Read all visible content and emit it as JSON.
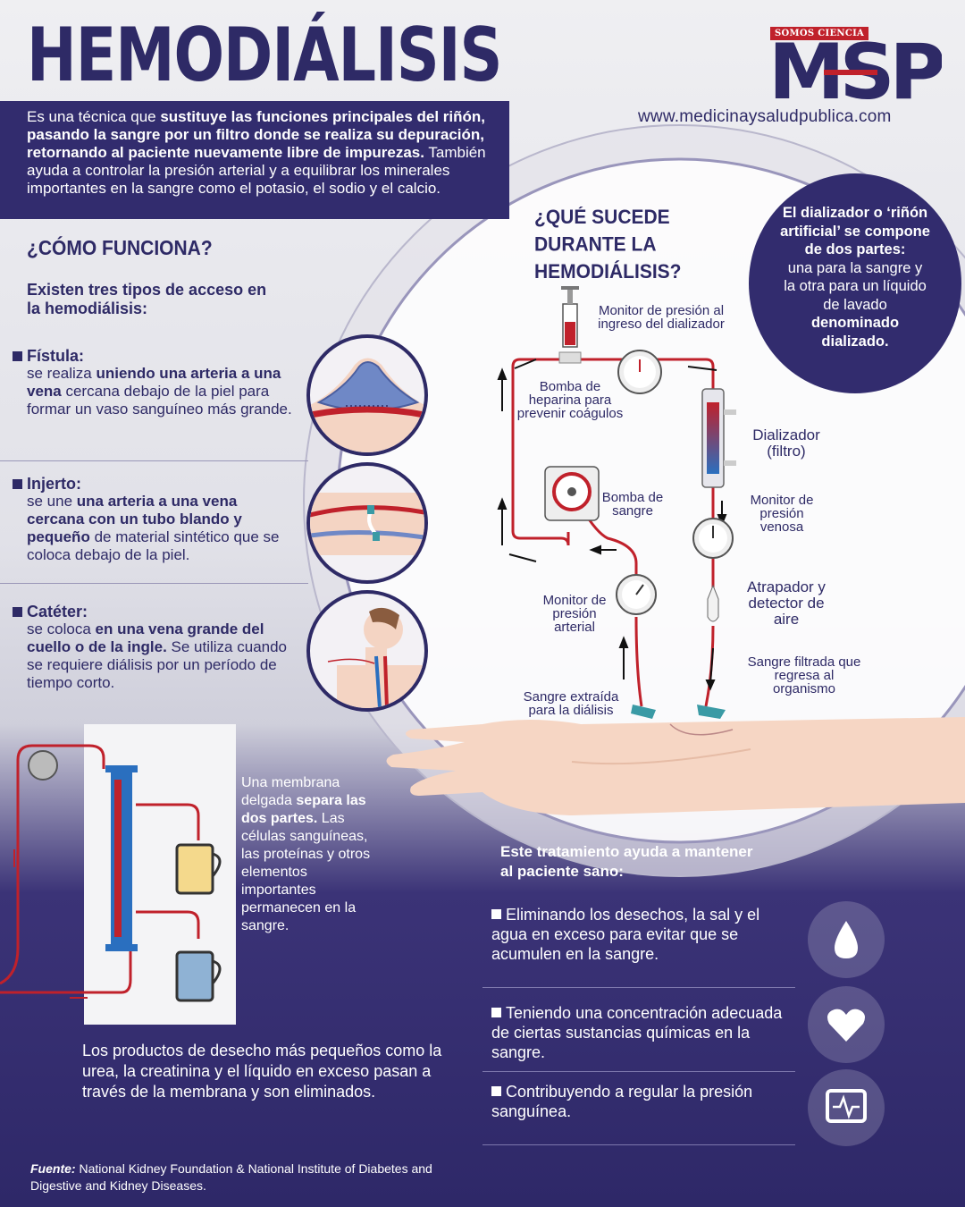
{
  "title": "HEMODIÁLISIS",
  "intro": {
    "p1": "Es una técnica que ",
    "b1": "sustituye las funciones principales del riñón, pasando la sangre por un filtro donde se realiza su depuración, retornando al paciente nuevamente libre de impurezas.",
    "p2": " También ayuda a controlar la presión arterial y a equilibrar los minerales importantes en la sangre como el potasio, el sodio y el calcio."
  },
  "logo": {
    "tag": "SOMOS CIENCIA",
    "letters": "MSP",
    "url": "www.medicinaysaludpublica.com"
  },
  "como": {
    "heading": "¿CÓMO FUNCIONA?",
    "intro": "Existen tres tipos de acceso en la hemodiálisis:",
    "types": [
      {
        "title": "Fístula:",
        "pre": "se realiza ",
        "bold": "uniendo una arteria a una vena",
        "post": " cercana debajo de la piel para formar un vaso sanguíneo más grande."
      },
      {
        "title": "Injerto:",
        "pre": "se une ",
        "bold": "una arteria a una vena cercana con un tubo blando y pequeño",
        "post": " de material sintético que se coloca debajo de la piel."
      },
      {
        "title": "Catéter:",
        "pre": "se coloca ",
        "bold": "en una vena grande del cuello o de la ingle.",
        "post": " Se utiliza cuando se requiere diálisis por un período de tiempo corto."
      }
    ]
  },
  "que": {
    "heading": "¿QUÉ SUCEDE DURANTE LA HEMODIÁLISIS?",
    "bubble": {
      "b": "El dializador o ‘riñón artificial’ se compone de dos partes:",
      "t": "una para la sangre y la otra para un líquido de lavado",
      "b2": "denominado dializado."
    },
    "labels": {
      "monitor_ingreso": "Monitor de presión al ingreso del dializador",
      "heparina": "Bomba de heparina para prevenir coágulos",
      "dializador": "Dializador (filtro)",
      "bomba_sangre": "Bomba de sangre",
      "monitor_venosa": "Monitor de presión venosa",
      "atrapador": "Atrapador y detector de aire",
      "monitor_arterial": "Monitor de presión arterial",
      "sangre_filtrada": "Sangre filtrada que regresa al organismo",
      "sangre_extraida": "Sangre extraída para la diálisis"
    }
  },
  "membrana": {
    "t1": "Una membrana delgada ",
    "b1": "separa las dos partes.",
    "t2": " Las células sanguíneas, las proteínas y otros elementos importantes permanecen en la sangre."
  },
  "bottom_text": "Los productos de desecho más pequeños como la urea, la creatinina y el líquido en exceso pasan a través de la membrana y son eliminados.",
  "tratamiento": {
    "heading": "Este tratamiento ayuda a mantener al paciente sano:",
    "items": [
      {
        "text": "Eliminando los desechos, la sal y el agua en exceso para evitar que se acumulen en la sangre.",
        "icon": "drop-icon"
      },
      {
        "text": "Teniendo una concentración adecuada de ciertas sustancias químicas en la sangre.",
        "icon": "heart-icon"
      },
      {
        "text": "Contribuyendo a regular la presión sanguínea.",
        "icon": "monitor-icon"
      }
    ]
  },
  "fuente": {
    "label": "Fuente:",
    "text": " National Kidney Foundation & National Institute of Diabetes and Digestive and Kidney Diseases."
  },
  "colors": {
    "navy": "#2e2a66",
    "red": "#c0212b",
    "blue": "#2a6fbf",
    "teal": "#3a9aa5"
  }
}
